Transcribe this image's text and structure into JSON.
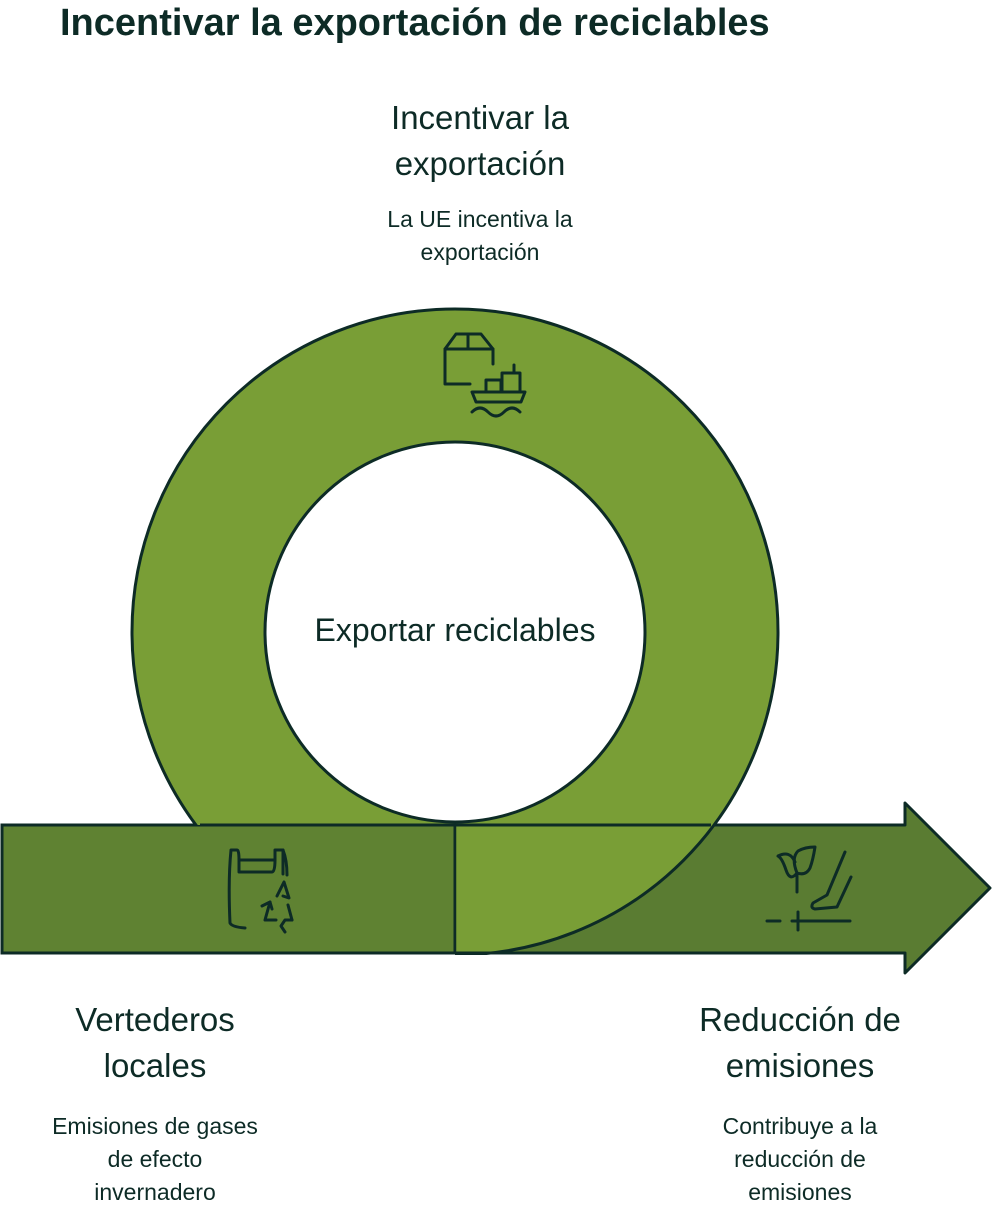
{
  "title": "Incentivar la exportación de reciclables",
  "colors": {
    "ring": "#799e36",
    "bar_left": "#5f8232",
    "bar_right": "#5a7c32",
    "outline": "#0d2b26"
  },
  "top": {
    "heading_line1": "Incentivar la",
    "heading_line2": "exportación",
    "desc_line1": "La UE incentiva la",
    "desc_line2": "exportación",
    "icon": "box-ship-icon"
  },
  "center": {
    "label": "Exportar reciclables"
  },
  "left": {
    "heading_line1": "Vertederos",
    "heading_line2": "locales",
    "desc_line1": "Emisiones de gases",
    "desc_line2": "de efecto",
    "desc_line3": "invernadero",
    "icon": "bag-recycle-icon"
  },
  "right": {
    "heading_line1": "Reducción de",
    "heading_line2": "emisiones",
    "desc_line1": "Contribuye a la",
    "desc_line2": "reducción de",
    "desc_line3": "emisiones",
    "icon": "plant-hand-icon"
  }
}
